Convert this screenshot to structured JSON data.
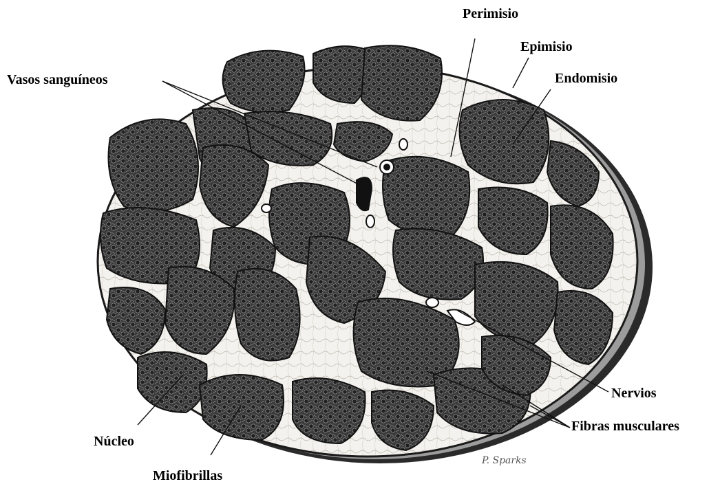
{
  "labels": {
    "perimisio": "Perimisio",
    "epimisio": "Epimisio",
    "endomisio": "Endomisio",
    "vasos_sanguineos": "Vasos sanguíneos",
    "nervios": "Nervios",
    "fibras_musculares": "Fibras musculares",
    "nucleo": "Núcleo",
    "miofibrillas": "Miofibrillas"
  },
  "signature": "P. Sparks",
  "colors": {
    "ink": "#1a1a1a",
    "fascicle_fill": "#3a3a3a",
    "connective_tissue": "#f4f2ee",
    "background": "#ffffff"
  }
}
